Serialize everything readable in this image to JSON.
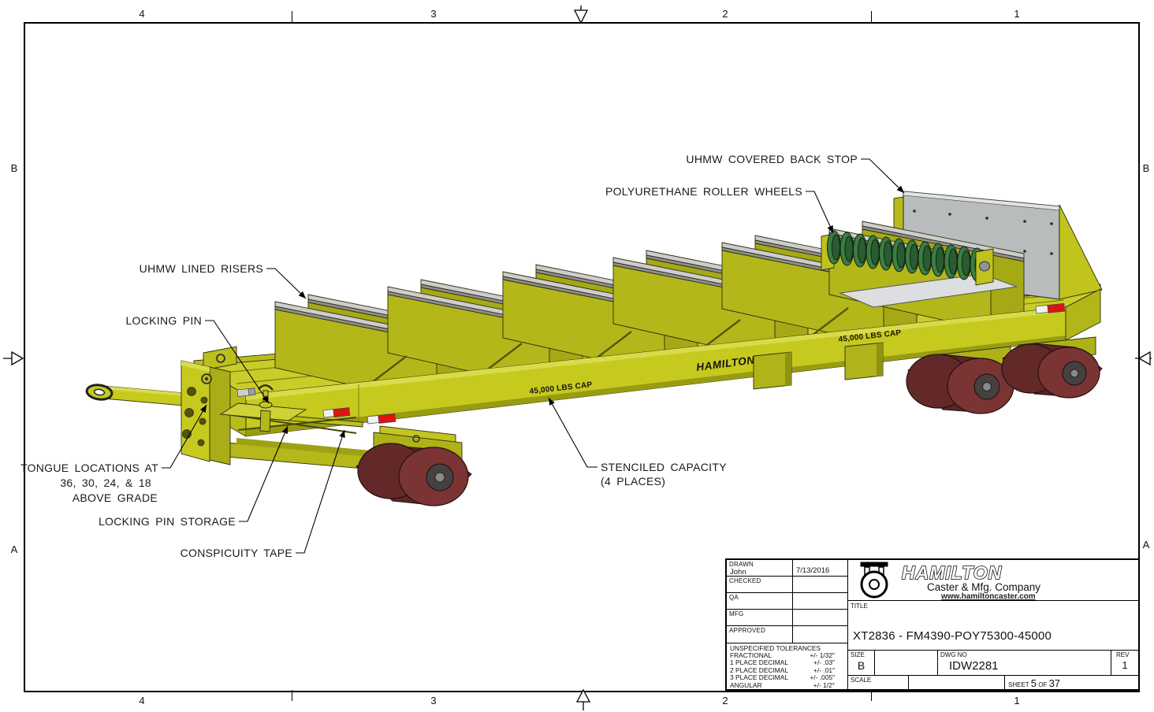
{
  "sheet": {
    "zones": {
      "top": [
        "4",
        "3",
        "2",
        "1"
      ],
      "bottom": [
        "4",
        "3",
        "2",
        "1"
      ],
      "left": [
        "B",
        "A"
      ],
      "right": [
        "B",
        "A"
      ]
    }
  },
  "drawing": {
    "callouts": {
      "back_stop": "UHMW COVERED BACK STOP",
      "roller_wheels": "POLYURETHANE ROLLER WHEELS",
      "risers": "UHMW LINED RISERS",
      "locking_pin": "LOCKING PIN",
      "tongue_1": "TONGUE LOCATIONS AT",
      "tongue_2": "36, 30, 24, & 18",
      "tongue_3": "ABOVE GRADE",
      "pin_storage": "LOCKING PIN STORAGE",
      "conspicuity_tape": "CONSPICUITY TAPE",
      "stenciled_1": "STENCILED CAPACITY",
      "stenciled_2": "(4 PLACES)"
    },
    "stencils": {
      "capacity": "45,000 LBS CAP",
      "brand": "HAMILTON"
    },
    "colors": {
      "frame_yellow": "#c6ca1f",
      "frame_yellow_light": "#d8dc4a",
      "frame_yellow_dark": "#a9ad17",
      "uhmw_cap_gray": "#cdcdcd",
      "backstop_gray": "#b9bcbd",
      "roller_green": "#3c7d42",
      "wheel_maroon": "#7a3434",
      "tape_red": "#dd1411",
      "tape_white": "#f2f2f2"
    }
  },
  "title_block": {
    "rows": [
      {
        "label": "DRAWN",
        "value": "John",
        "date": "7/13/2016"
      },
      {
        "label": "CHECKED",
        "value": "",
        "date": ""
      },
      {
        "label": "QA",
        "value": "",
        "date": ""
      },
      {
        "label": "MFG",
        "value": "",
        "date": ""
      },
      {
        "label": "APPROVED",
        "value": "",
        "date": ""
      }
    ],
    "tolerances": {
      "header": "UNSPECIFIED TOLERANCES",
      "lines": [
        {
          "name": "FRACTIONAL",
          "value": "+/- 1/32\""
        },
        {
          "name": "1 PLACE DECIMAL",
          "value": "+/- .03\""
        },
        {
          "name": "2 PLACE DECIMAL",
          "value": "+/- .01\""
        },
        {
          "name": "3 PLACE DECIMAL",
          "value": "+/- .005\""
        },
        {
          "name": "ANGULAR",
          "value": "+/- 1/2°"
        }
      ]
    },
    "logo": {
      "brand": "HAMILTON",
      "subtitle": "Caster & Mfg. Company",
      "url": "www.hamiltoncaster.com"
    },
    "title_label": "TITLE",
    "title": "XT2836 - FM4390-POY75300-45000",
    "size_label": "SIZE",
    "size": "B",
    "dwgno_label": "DWG NO",
    "dwgno": "IDW2281",
    "rev_label": "REV",
    "rev": "1",
    "scale_label": "SCALE",
    "sheet_label": "SHEET",
    "sheet_num": "5",
    "of_label": "OF",
    "sheet_total": "37"
  }
}
